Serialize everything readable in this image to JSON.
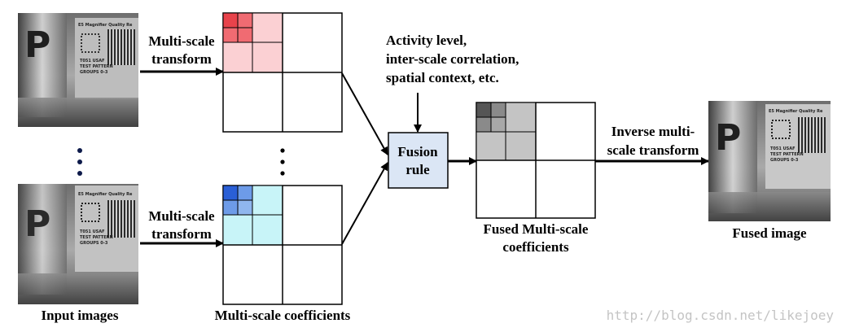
{
  "labels": {
    "input_images": "Input images",
    "multiscale_coefficients": "Multi-scale coefficients",
    "transform_top_line1": "Multi-scale",
    "transform_top_line2": "transform",
    "transform_bottom_line1": "Multi-scale",
    "transform_bottom_line2": "transform",
    "activity_line1": "Activity level,",
    "activity_line2": "inter-scale correlation,",
    "activity_line3": "spatial context, etc.",
    "fusion_rule_line1": "Fusion",
    "fusion_rule_line2": "rule",
    "fused_coeff_line1": "Fused Multi-scale",
    "fused_coeff_line2": "coefficients",
    "inverse_line1": "Inverse multi-",
    "inverse_line2": "scale transform",
    "fused_image": "Fused image"
  },
  "photo_text": {
    "header": "E5 Magnifier Quality Re",
    "line1": "T051 USAF",
    "line2": "TEST PATTERN",
    "line3": "GROUPS 0-3"
  },
  "watermark": "http://blog.csdn.net/likejoey",
  "colors": {
    "red_dark": "#e8434b",
    "red_mid": "#f6a3a8",
    "red_light": "#fbd0d3",
    "blue_dark": "#2a5fd6",
    "blue_mid": "#8fb6ee",
    "cyan_light": "#c8f4f8",
    "gray_dark": "#555555",
    "gray_mid": "#9a9a9a",
    "gray_light": "#c4c4c4",
    "fusion_fill": "#dbe6f5"
  }
}
